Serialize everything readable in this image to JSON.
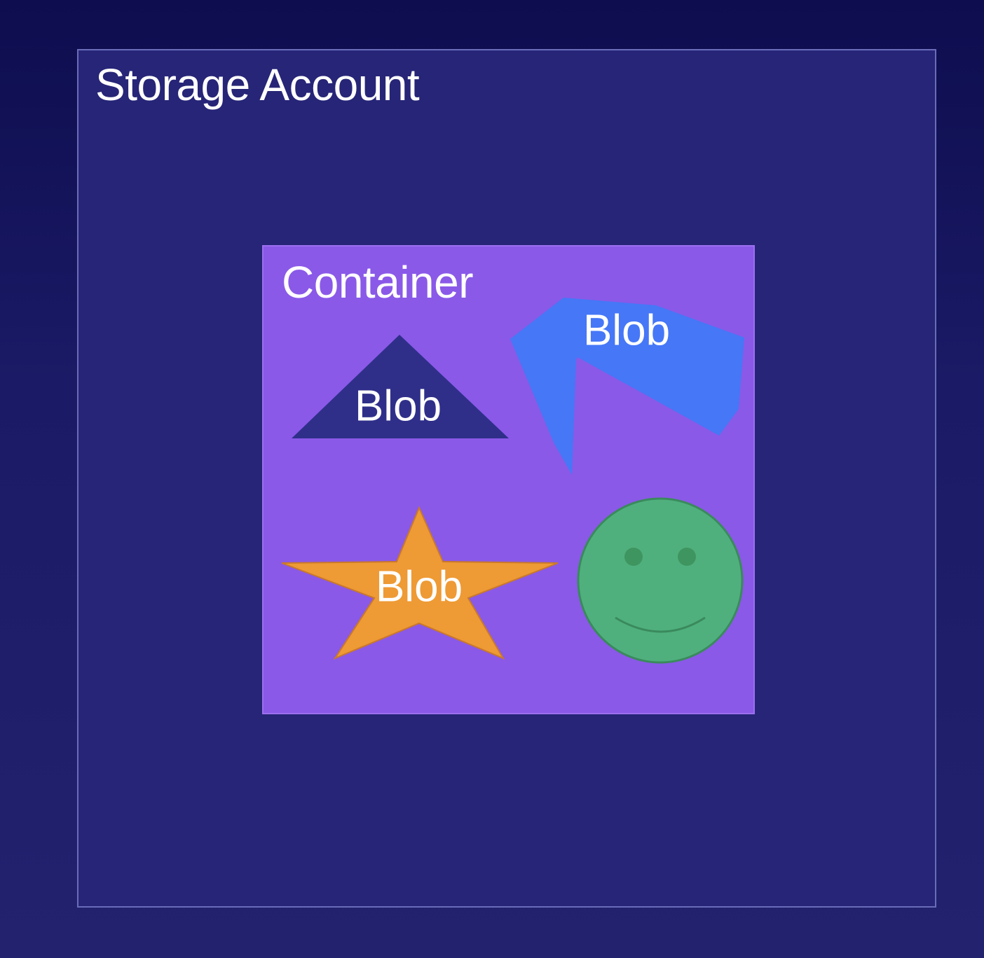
{
  "storage_account": {
    "title": "Storage Account",
    "container": {
      "title": "Container",
      "blobs": [
        {
          "shape": "triangle",
          "label": "Blob",
          "color": "#2f2f8a"
        },
        {
          "shape": "polygon",
          "label": "Blob",
          "color": "#4577f7"
        },
        {
          "shape": "star",
          "label": "Blob",
          "color": "#ee9a35"
        },
        {
          "shape": "smiley",
          "label": "",
          "color": "#4fb07e"
        }
      ]
    }
  },
  "colors": {
    "background": "#14145a",
    "account_fill": "#262577",
    "account_border": "#6a6cb8",
    "container_fill": "#8a59e8"
  }
}
